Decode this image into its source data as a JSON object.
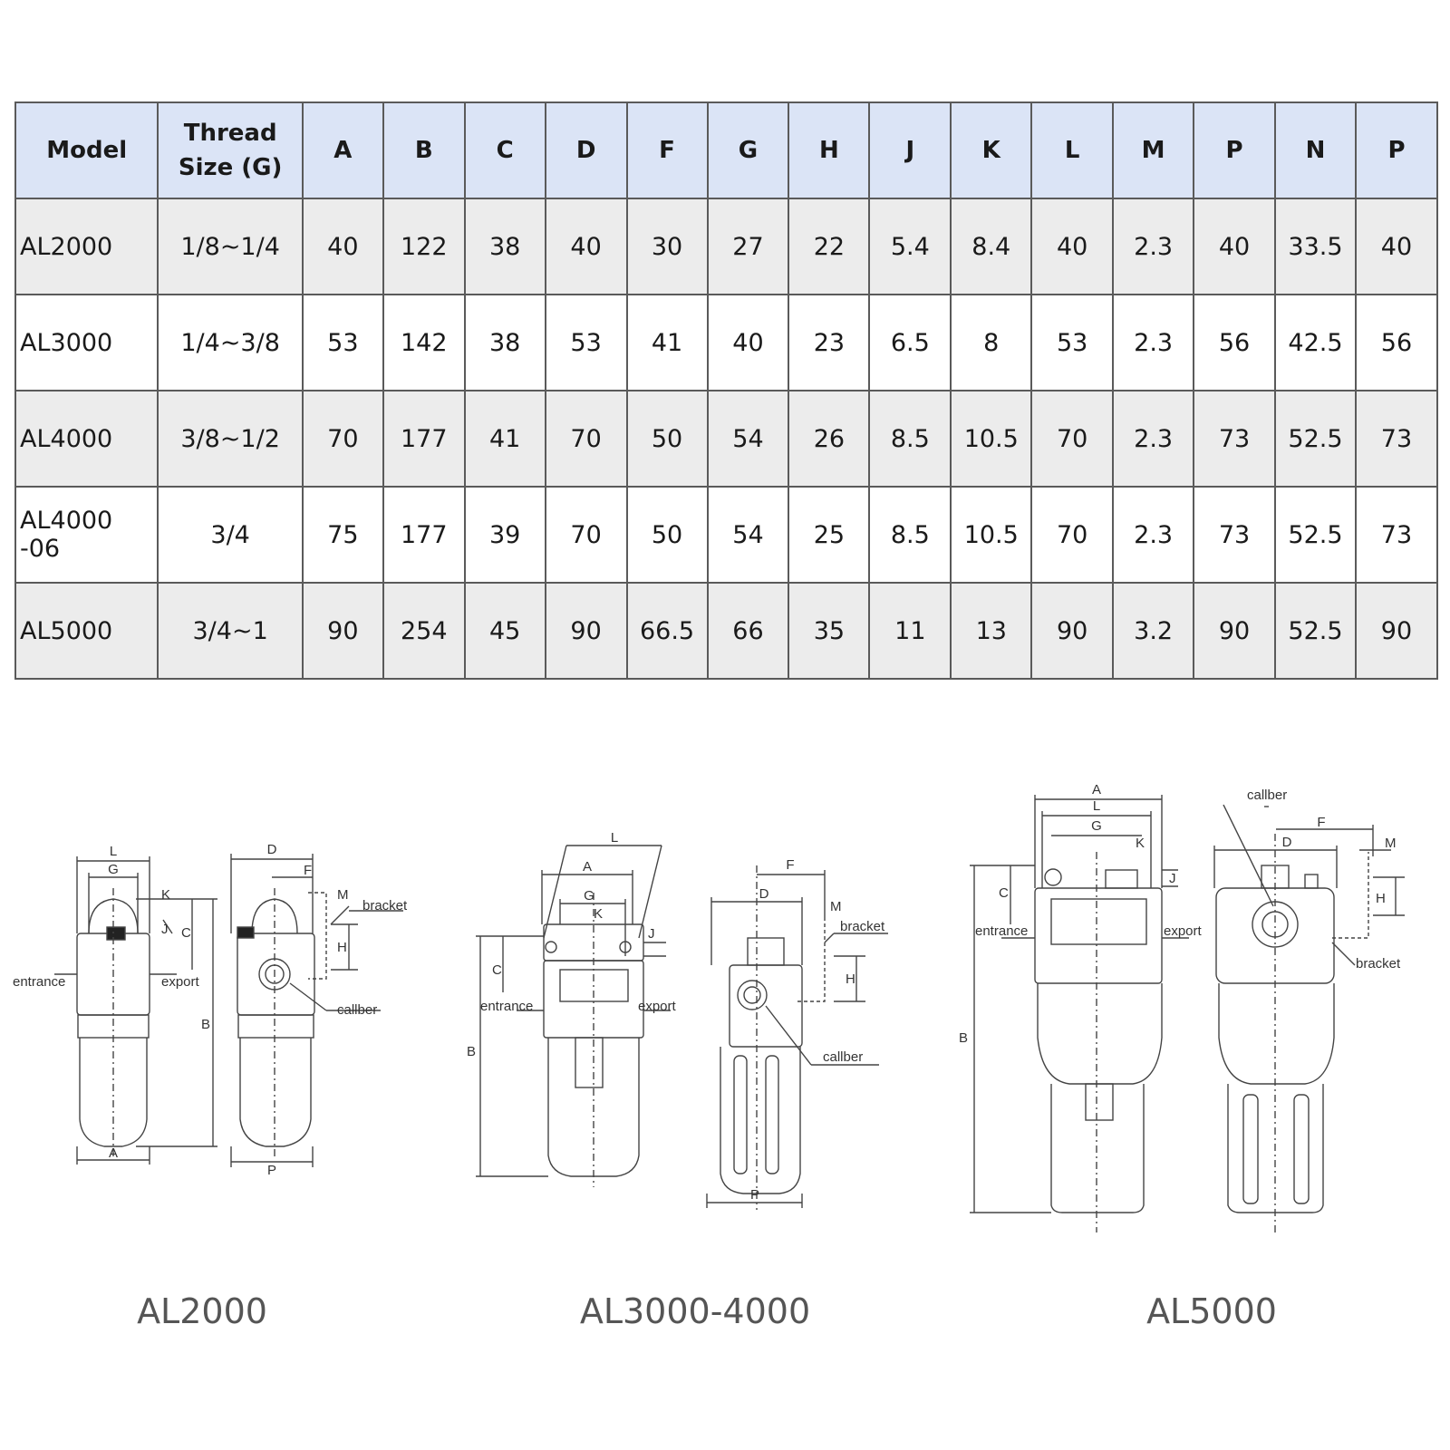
{
  "table": {
    "headers": [
      "Model",
      "Thread",
      "Size (G)",
      "A",
      "B",
      "C",
      "D",
      "F",
      "G",
      "H",
      "J",
      "K",
      "L",
      "M",
      "P",
      "N",
      "P"
    ],
    "rows": [
      [
        "AL2000",
        "1/8~1/4",
        "40",
        "122",
        "38",
        "40",
        "30",
        "27",
        "22",
        "5.4",
        "8.4",
        "40",
        "2.3",
        "40",
        "33.5",
        "40"
      ],
      [
        "AL3000",
        "1/4~3/8",
        "53",
        "142",
        "38",
        "53",
        "41",
        "40",
        "23",
        "6.5",
        "8",
        "53",
        "2.3",
        "56",
        "42.5",
        "56"
      ],
      [
        "AL4000",
        "3/8~1/2",
        "70",
        "177",
        "41",
        "70",
        "50",
        "54",
        "26",
        "8.5",
        "10.5",
        "70",
        "2.3",
        "73",
        "52.5",
        "73"
      ],
      [
        "AL4000 -06",
        "3/4",
        "75",
        "177",
        "39",
        "70",
        "50",
        "54",
        "25",
        "8.5",
        "10.5",
        "70",
        "2.3",
        "73",
        "52.5",
        "73"
      ],
      [
        "AL5000",
        "3/4~1",
        "90",
        "254",
        "45",
        "90",
        "66.5",
        "66",
        "35",
        "11",
        "13",
        "90",
        "3.2",
        "90",
        "52.5",
        "90"
      ]
    ]
  },
  "drawings": {
    "labels": {
      "entrance": "entrance",
      "export": "export",
      "bracket": "bracket",
      "caliber": "callber"
    },
    "dims": [
      "A",
      "B",
      "C",
      "D",
      "F",
      "G",
      "H",
      "J",
      "K",
      "L",
      "M",
      "P"
    ],
    "captions": [
      "AL2000",
      "AL3000-4000",
      "AL5000"
    ]
  },
  "colors": {
    "header_bg": "#dbe4f6",
    "row_shade": "#ececec",
    "border": "#5a5a5a"
  }
}
